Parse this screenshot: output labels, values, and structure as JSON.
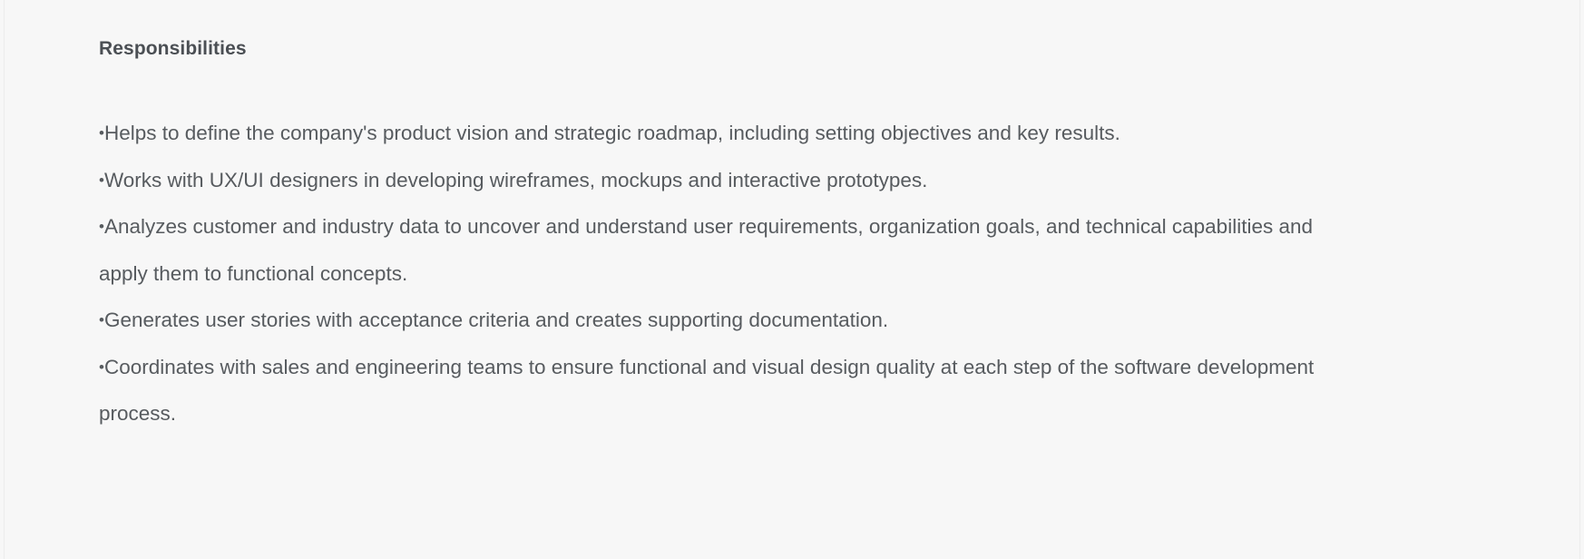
{
  "document": {
    "background_color": "#f7f7f7",
    "text_color": "#575b5f",
    "heading_color": "#4b4f54",
    "heading": "Responsibilities",
    "bullet_glyph": "•",
    "bullets": [
      "Helps to define the company's product vision and strategic roadmap, including setting objectives and key results.",
      "Works with UX/UI designers in developing wireframes, mockups and interactive prototypes.",
      "Analyzes customer and industry data to uncover and understand user requirements, organization goals, and technical capabilities and apply them to functional concepts.",
      "Generates user stories with acceptance criteria and creates supporting documentation.",
      "Coordinates with sales and engineering teams to ensure functional and visual design quality at each step of the software development process."
    ]
  }
}
